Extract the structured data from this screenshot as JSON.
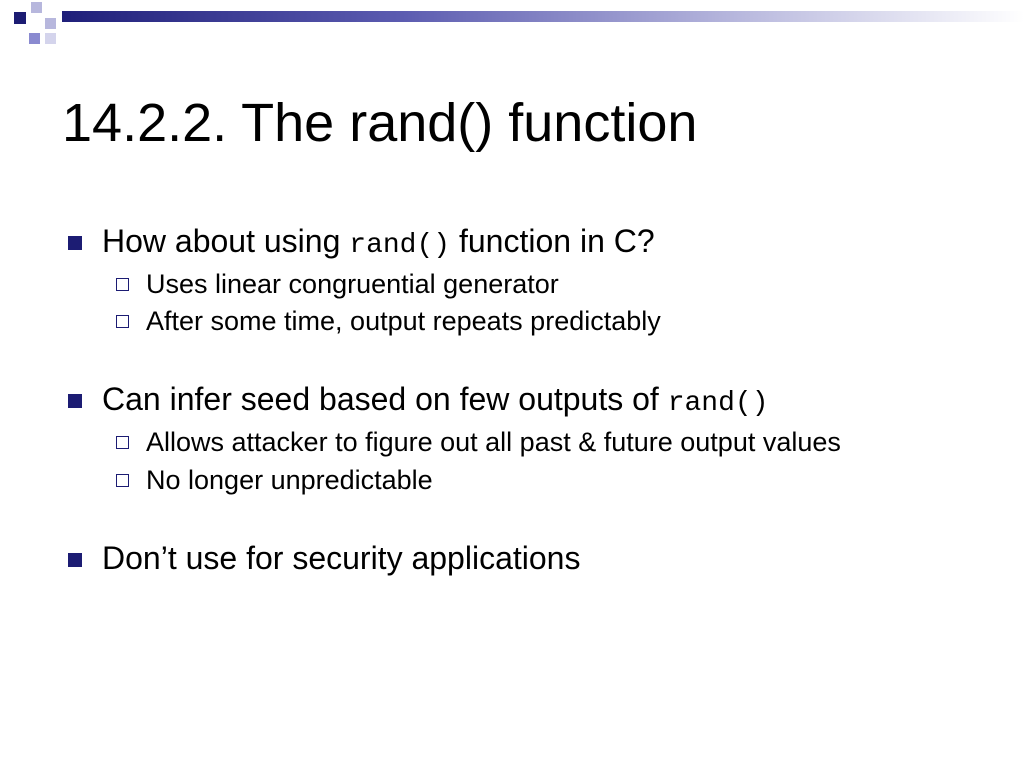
{
  "colors": {
    "accent": "#1c1c73",
    "bar_start": "#1f1f7a",
    "square_light": "#b7b7dd",
    "square_mid": "#8a8ad0"
  },
  "title": "14.2.2. The rand() function",
  "bullets": [
    {
      "pre": "How about using ",
      "code": "rand()",
      "post": " function in C?",
      "subs": [
        "Uses linear congruential generator",
        "After some time, output repeats predictably"
      ]
    },
    {
      "pre": "Can infer seed based on few outputs of ",
      "code": "rand()",
      "post": "",
      "subs": [
        "Allows attacker to figure out all past & future output values",
        "No longer unpredictable"
      ]
    },
    {
      "pre": "Don’t use for security applications",
      "code": "",
      "post": "",
      "subs": []
    }
  ]
}
